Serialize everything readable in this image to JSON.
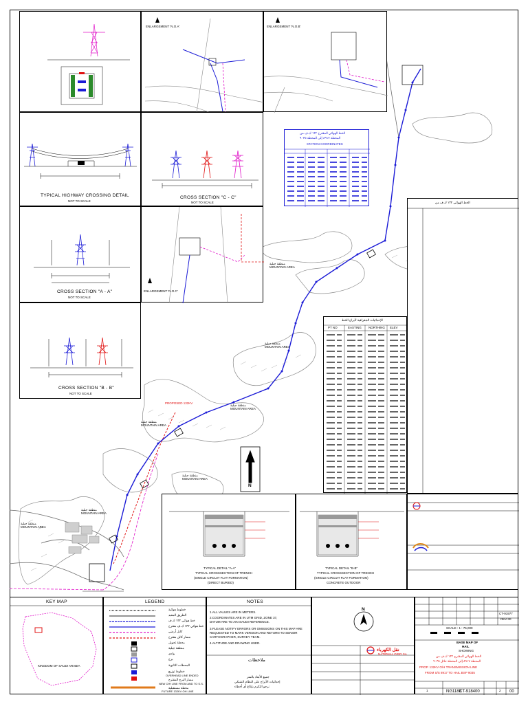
{
  "sheet": {
    "drawing_title_ar_lines": [
      "الخط الهوائي ١٣٢ ك.ف من",
      "المحطة ٨٩١٧ إلى المحطة حائل ٩٠٣٥"
    ],
    "detail_titles": {
      "highway": "TYPICAL HIGHWAY CROSSING DETAIL",
      "section_c": "CROSS SECTION \"C - C\"",
      "section_a": "CROSS SECTION \"A - A\"",
      "section_b": "CROSS SECTION \"B - B\"",
      "not_to_scale": "NOT TO SCALE"
    },
    "enlargement": [
      "ENLARGEMENT 'N.O.A'",
      "ENLARGEMENT 'N.O.B'",
      "ENLARGEMENT 'N.O.C'"
    ],
    "area_labels": [
      "MOUNTAIN AREA",
      "MOUNTAIN AREA",
      "MOUNTAIN AREA",
      "MOUNTAIN AREA",
      "MOUNTAIN AREA",
      "MOUNTAIN AREA",
      "MOUNTAIN AREA"
    ],
    "area_labels_ar": "منطقة جبلية",
    "trench_titles": [
      [
        "TYPICAL DETAIL \"A-A\"",
        "TYPICAL CROSSSECTION OF TRENCH",
        "(SINGLE CIRCUIT FLAT FORMATION)",
        "(DIRECT BURIED)"
      ],
      [
        "TYPICAL DETAIL \"B-B\"",
        "TYPICAL CROSSSECTION OF TRENCH",
        "(SINGLE CIRCUIT FLAT FORMATION)",
        "CONCRETE OUTDOOR"
      ]
    ],
    "north_label": "N",
    "scale_text": "SCALE : 1 : 75,000"
  },
  "bottom": {
    "key_map_title": "KEY MAP",
    "kingdom": "KINGDOM OF SAUDI ARABIA",
    "legend_title": "LEGEND",
    "notes_title": "NOTES",
    "legend_items_ar": [
      "خطوط هوائية",
      "الطريق المعبد",
      "خط هوائي ١٣٢ ك.ف",
      "خط هوائي ١٣٢ ك.ف مقترح",
      "كابل أرضي",
      "مسار كابل مقترح",
      "محطة تحويل",
      "منطقة جبلية",
      "وادي",
      "برج",
      "المحطات الثانوية",
      "خطوط توزيع",
      "مسار البرج المقترح",
      "محطة مستقبلية"
    ],
    "legend_items_en": [
      "",
      "",
      "",
      "",
      "",
      "",
      "",
      "",
      "",
      "",
      "",
      "OVERHEAD LINE ENDED",
      "NEW O/H LINE FROM AND TO S.S.",
      "FUTURE 132KV OH LINE"
    ],
    "notes": [
      "1.ALL VALUES ARE IN METERS.",
      "2.COORDINATES ARE IN UTM GRID, ZONE 37,",
      "   DATUM ARE TO AIN SAUDI REFERENCE.",
      "3.PLEASE NOTIFY ERRORS OR OMISSIONS ON THIS MAP ARE",
      "   REQUESTED TO MARK VERSION AND RETURN TO SENIOR",
      "   CARTOGRAPHER, SURVEY TEAM.",
      "4.ALTITUDE AND DRAWING USED."
    ],
    "notes_ar_header": "ملاحظات",
    "notes_ar": [
      "جميع الأبعاد بالمتر",
      "إحداثيات الأبراج على النظام الشبكي",
      "نرجو التكرم بإبلاغ أي أخطاء"
    ],
    "company_ar": "نقل الكهرباء",
    "company_en": "NATIONAL GRID SA",
    "title_block": {
      "t1": "BASE MAP OF",
      "t2": "HAIL",
      "t3": "SHOWING",
      "ar1": "الخط الهوائي المقترح ١٣٢ ك.ف من",
      "ar2": "المحطة ٨٩١٧ إلى المحطة حائل ٩٠٣٥",
      "en1": "PROP. 132KV O/H TRANSMISSION LINE",
      "en2": "FROM S/S 8917 TO HAIL BSP 9035",
      "scale": "SCALE : 1 : 75,000",
      "drawing_no": "NG1188",
      "code": "CT-918400",
      "sheet": "1",
      "of": "2",
      "rev": "00",
      "side_code": "CT-91977",
      "side_rev": "REV 00"
    }
  },
  "tables": {
    "upper_title_ar": [
      "الخط الهوائي المقترح ١٣٢ ك.ف من",
      "المحطة ٨٩١٧ إلى المحطة ٩٠٣٥"
    ],
    "upper_subtitle": "STATION COORDINATES",
    "right_title_ar": "الإحداثيات الجغرافية لأبراج الخط",
    "right_headers": [
      "PT NO",
      "EASTING",
      "NORTHING",
      "ELEV"
    ]
  },
  "colors": {
    "route_blue": "#1a1ad6",
    "proposed_red": "#e01010",
    "magenta": "#e010c8",
    "terrain_gray": "#9a9a9a"
  }
}
